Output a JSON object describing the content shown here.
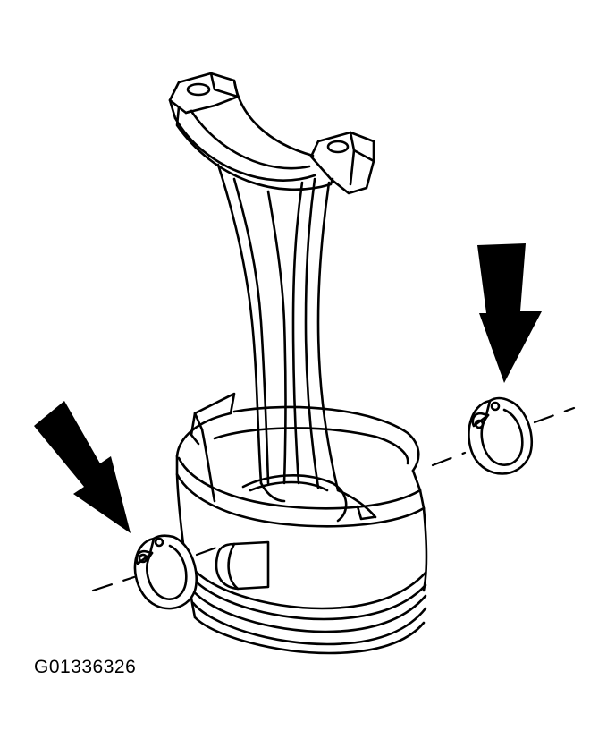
{
  "figure": {
    "id_label": "G01336326"
  },
  "colors": {
    "ink": "#000000",
    "paper": "#ffffff"
  },
  "parts": {
    "connecting_rod": "connecting-rod",
    "piston": "piston",
    "retaining_ring_left": "piston-pin-retaining-ring",
    "retaining_ring_right": "piston-pin-retaining-ring",
    "arrow_left": "arrow-down-right-icon",
    "arrow_right": "arrow-down-icon"
  }
}
